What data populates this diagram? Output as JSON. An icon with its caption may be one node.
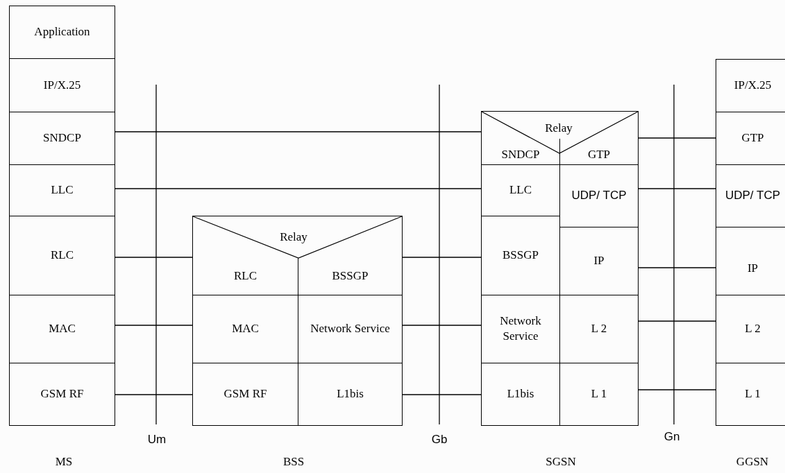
{
  "diagram": {
    "nodes": [
      {
        "text": [
          "Application"
        ]
      },
      {
        "text": [
          "IP/X.25"
        ]
      },
      {
        "text": [
          "SNDCP"
        ]
      },
      {
        "text": [
          "LLC"
        ]
      },
      {
        "text": [
          "RLC"
        ]
      },
      {
        "text": [
          "MAC"
        ]
      },
      {
        "text": [
          "GSM RF"
        ]
      },
      {
        "text": [
          "Relay"
        ]
      },
      {
        "text": [
          "RLC"
        ],
        "in": 7
      },
      {
        "text": [
          "BSSGP"
        ],
        "in": 7
      },
      {
        "text": [
          "MAC"
        ],
        "in": 7
      },
      {
        "text": [
          "Network Service"
        ],
        "in": 7
      },
      {
        "text": [
          "GSM RF"
        ],
        "in": 7
      },
      {
        "text": [
          "L1bis"
        ],
        "in": 7
      },
      {
        "text": [
          "Relay"
        ]
      },
      {
        "text": [
          "SNDCP"
        ],
        "in": 14
      },
      {
        "text": [
          "GTP"
        ],
        "in": 14
      },
      {
        "text": [
          "LLC"
        ],
        "in": 14
      },
      {
        "text": [
          "UDP/ TCP"
        ],
        "in": 14
      },
      {
        "text": [
          "BSSGP"
        ],
        "in": 14
      },
      {
        "text": [
          "IP"
        ],
        "in": 14
      },
      {
        "text": [
          "Network Service"
        ],
        "in": 14
      },
      {
        "text": [
          "L 2"
        ],
        "in": 14
      },
      {
        "text": [
          "L1bis"
        ],
        "in": 14
      },
      {
        "text": [
          "L 1"
        ],
        "in": 14
      },
      {
        "text": [
          "IP/X.25"
        ]
      },
      {
        "text": [
          "GTP"
        ]
      },
      {
        "text": [
          "UDP/ TCP"
        ]
      },
      {
        "text": [
          "IP"
        ]
      },
      {
        "text": [
          "L 2"
        ]
      },
      {
        "text": [
          "L 1"
        ]
      }
    ],
    "edges": [
      {
        "from": 2,
        "to": 15,
        "arrow": "none"
      },
      {
        "from": 3,
        "to": 17,
        "arrow": "none"
      },
      {
        "from": 4,
        "to": 8,
        "arrow": "none"
      },
      {
        "from": 5,
        "to": 10,
        "arrow": "none"
      },
      {
        "from": 6,
        "to": 12,
        "arrow": "none"
      },
      {
        "from": 9,
        "to": 19,
        "arrow": "none"
      },
      {
        "from": 11,
        "to": 21,
        "arrow": "none"
      },
      {
        "from": 13,
        "to": 23,
        "arrow": "none"
      },
      {
        "from": 16,
        "to": 26,
        "arrow": "none"
      },
      {
        "from": 18,
        "to": 27,
        "arrow": "none"
      },
      {
        "from": 20,
        "to": 28,
        "arrow": "none"
      },
      {
        "from": 22,
        "to": 29,
        "arrow": "none"
      },
      {
        "from": 24,
        "to": 30,
        "arrow": "none"
      }
    ],
    "labels": [
      "Um",
      "Gb",
      "Gn",
      "MS",
      "BSS",
      "SGSN",
      "GGSN"
    ]
  }
}
